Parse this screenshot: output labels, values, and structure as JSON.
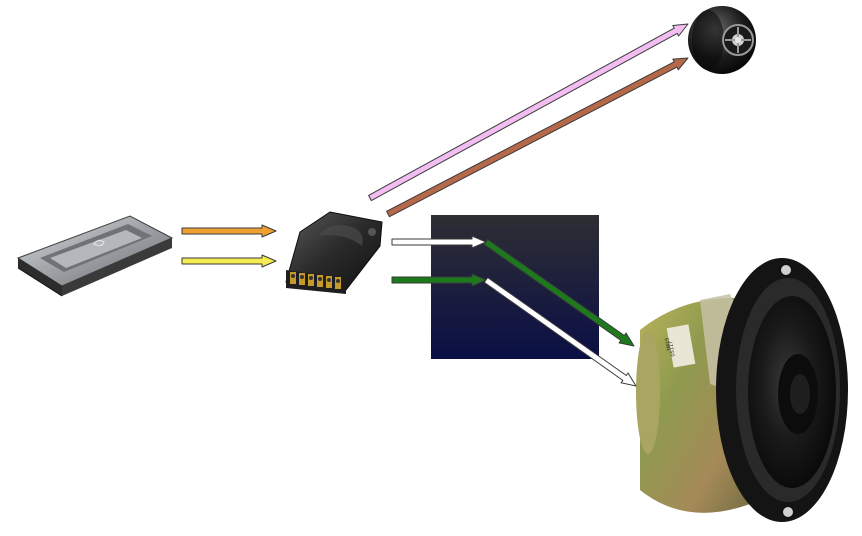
{
  "components": {
    "amplifier": {
      "name": "amplifier"
    },
    "crossover": {
      "name": "crossover"
    },
    "tweeter": {
      "name": "tweeter"
    },
    "junction_box": {
      "name": "junction-box"
    },
    "woofer": {
      "name": "woofer",
      "label_line1": "3M15",
      "label_line2": "05117"
    }
  },
  "colors": {
    "orange_wire": "#f0a030",
    "yellow_wire": "#f4ec50",
    "pink_wire": "#f2bdf0",
    "brown_wire": "#b5694a",
    "white_wire": "#ffffff",
    "green_wire": "#1c7a1c",
    "box_top": "#2e2e34",
    "box_bottom": "#0a0f45"
  }
}
